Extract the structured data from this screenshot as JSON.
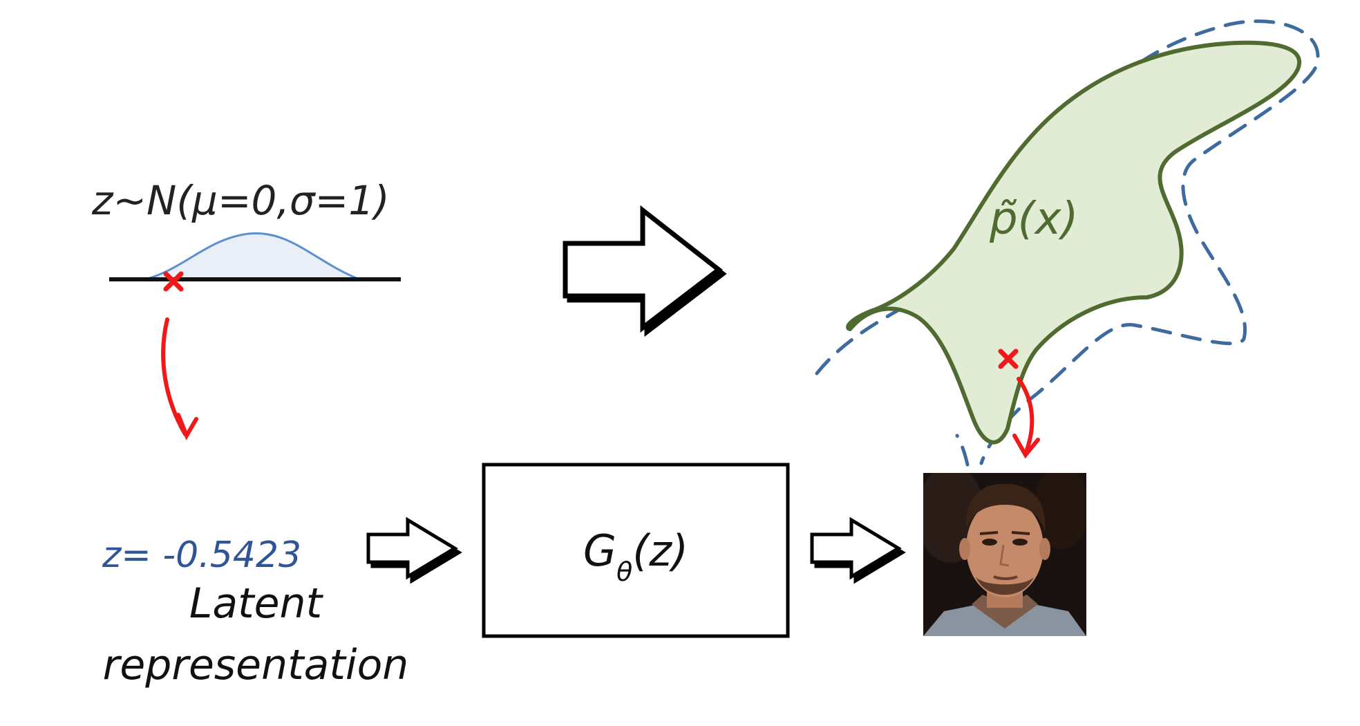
{
  "prior": {
    "formula": "z~N(μ=0,σ=1)",
    "curve_color": "#5b8fcf",
    "fill_color": "#e9eef7"
  },
  "latent": {
    "value_text": "z= -0.5423",
    "value_color": "#2f5597",
    "label_line1": "Latent",
    "label_line2": "representation"
  },
  "generator": {
    "label_main": "G",
    "label_sub": "θ",
    "label_arg": "(z)"
  },
  "distribution": {
    "label": "p̃(x)",
    "fill_color": "#e2ebd3",
    "stroke_color": "#4f6b30",
    "dashed_color": "#3e6a9e"
  },
  "accents": {
    "sample_marker_color": "#f01818",
    "arrow_color": "#000000"
  },
  "output": {
    "image_kind": "face-photo"
  }
}
